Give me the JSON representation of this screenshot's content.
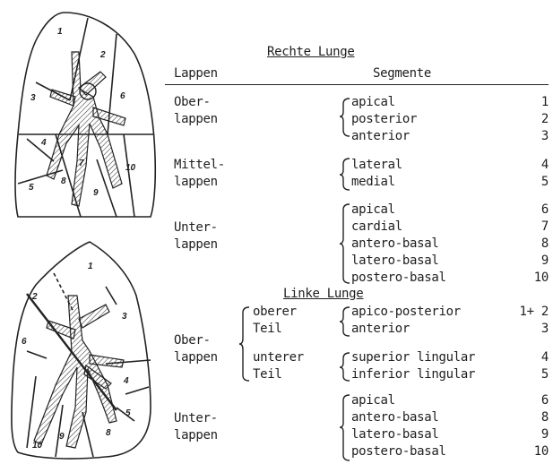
{
  "right_lung": {
    "title": "Rechte Lunge",
    "col_lobes": "Lappen",
    "col_segments": "Segmente",
    "lobes": [
      {
        "name": [
          "Ober-",
          "lappen"
        ],
        "segments": [
          {
            "name": "apical",
            "num": "1"
          },
          {
            "name": "posterior",
            "num": "2"
          },
          {
            "name": "anterior",
            "num": "3"
          }
        ]
      },
      {
        "name": [
          "Mittel-",
          "lappen"
        ],
        "segments": [
          {
            "name": "lateral",
            "num": "4"
          },
          {
            "name": "medial",
            "num": "5"
          }
        ]
      },
      {
        "name": [
          "Unter-",
          "lappen"
        ],
        "segments": [
          {
            "name": "apical",
            "num": "6"
          },
          {
            "name": "cardial",
            "num": "7"
          },
          {
            "name": "antero-basal",
            "num": "8"
          },
          {
            "name": "latero-basal",
            "num": "9"
          },
          {
            "name": "postero-basal",
            "num": "10"
          }
        ]
      }
    ]
  },
  "left_lung": {
    "title": "Linke Lunge",
    "lobes": [
      {
        "name": [
          "Ober-",
          "lappen"
        ],
        "parts": [
          {
            "name": [
              "oberer",
              "Teil"
            ],
            "segments": [
              {
                "name": "apico-posterior",
                "num": "1+ 2"
              },
              {
                "name": "anterior",
                "num": "3"
              }
            ]
          },
          {
            "name": [
              "unterer",
              "Teil"
            ],
            "segments": [
              {
                "name": "superior lingular",
                "num": "4"
              },
              {
                "name": "inferior lingular",
                "num": "5"
              }
            ]
          }
        ]
      },
      {
        "name": [
          "Unter-",
          "lappen"
        ],
        "segments": [
          {
            "name": "apical",
            "num": "6"
          },
          {
            "name": "antero-basal",
            "num": "8"
          },
          {
            "name": "latero-basal",
            "num": "9"
          },
          {
            "name": "postero-basal",
            "num": "10"
          }
        ]
      }
    ]
  },
  "diagram_right": {
    "labels": [
      "1",
      "2",
      "3",
      "4",
      "5",
      "6",
      "7",
      "8",
      "9",
      "10"
    ]
  },
  "diagram_left": {
    "labels": [
      "1",
      "2",
      "3",
      "4",
      "5",
      "6",
      "8",
      "9",
      "10"
    ]
  }
}
